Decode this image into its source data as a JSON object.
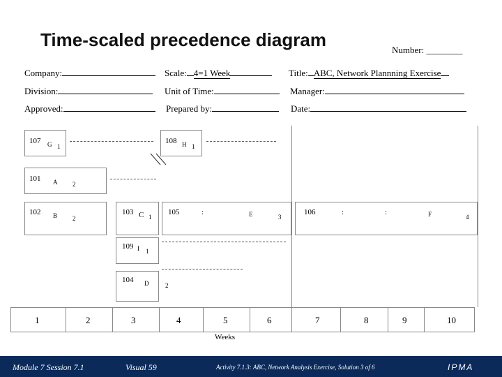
{
  "title": "Time-scaled precedence diagram",
  "number_label": "Number: ________",
  "header": {
    "company_label": "Company:",
    "scale_label": "Scale:",
    "scale_value": "4=1 Week",
    "title_label": "Title:",
    "title_value": "ABC, Network Plannning Exercise",
    "division_label": "Division:",
    "unit_label": "Unit of Time:",
    "manager_label": "Manager:",
    "approved_label": "Approved:",
    "prepared_label": "Prepared by:",
    "date_label": "Date:"
  },
  "activities": {
    "a107": {
      "id": "107",
      "letter": "G",
      "dur": "1"
    },
    "a108": {
      "id": "108",
      "letter": "H",
      "dur": "1"
    },
    "a101": {
      "id": "101",
      "letter": "A",
      "dur": "2"
    },
    "a102": {
      "id": "102",
      "letter": "B",
      "dur": "2"
    },
    "a103": {
      "id": "103",
      "letter": "C",
      "dur": "1"
    },
    "a105": {
      "id": "105",
      "colon": ":",
      "letter": "E",
      "dur": "3"
    },
    "a106": {
      "id": "106",
      "colon1": ":",
      "colon2": ":",
      "letter": "F",
      "dur": "4"
    },
    "a109": {
      "id": "109",
      "letter": "I",
      "dur": "1"
    },
    "a104": {
      "id": "104",
      "letter": "D",
      "dur": "2"
    }
  },
  "weeks": [
    "1",
    "2",
    "3",
    "4",
    "5",
    "6",
    "7",
    "8",
    "9",
    "10"
  ],
  "weeks_label": "Weeks",
  "footer": {
    "module": "Module 7 Session 7.1",
    "visual": "Visual 59",
    "activity": "Activity 7.1.3: ABC, Network Analysis Exercise, Solution 3 of 6",
    "logo": "IPMA"
  },
  "colors": {
    "footer_bg": "#0b2a5a"
  }
}
